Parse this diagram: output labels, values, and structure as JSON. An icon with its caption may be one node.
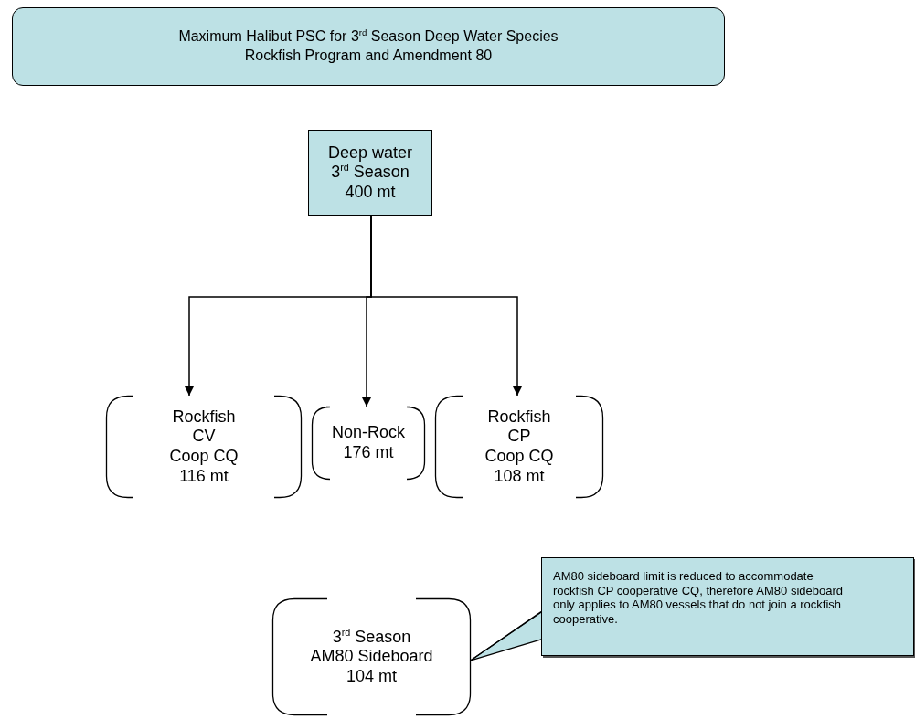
{
  "diagram": {
    "nodes": [
      {
        "text": [
          "Maximum Halibut PSC for 3$^{rd}$ Season Deep Water Species Rockfish Program and Amendment 80"
        ]
      },
      {
        "text": [
          "Deep water",
          "3$^{rd}$ Season",
          "400 mt"
        ]
      },
      {
        "text": [
          "Rockfish",
          "CV",
          "Coop CQ",
          "116 mt"
        ]
      },
      {
        "text": [
          "Non-Rock",
          "176 mt"
        ]
      },
      {
        "text": [
          "Rockfish",
          "CP",
          "Coop CQ",
          "108 mt"
        ]
      },
      {
        "text": [
          "AM80 sideboard limit is reduced to accommodate rockfish CP cooperative CQ, therefore AM80 sideboard only applies to AM80 vessels that do not join a rockfish cooperative."
        ]
      },
      {
        "text": [
          "3$^{rd}$ Season",
          "AM80 Sideboard",
          "104 mt"
        ]
      }
    ],
    "edges": [
      {
        "from": 1,
        "to": 2,
        "arrow": "to"
      },
      {
        "from": 1,
        "to": 3,
        "arrow": "to"
      },
      {
        "from": 1,
        "to": 4,
        "arrow": "to"
      },
      {
        "from": 5,
        "to": 6,
        "arrow": "none"
      }
    ]
  }
}
